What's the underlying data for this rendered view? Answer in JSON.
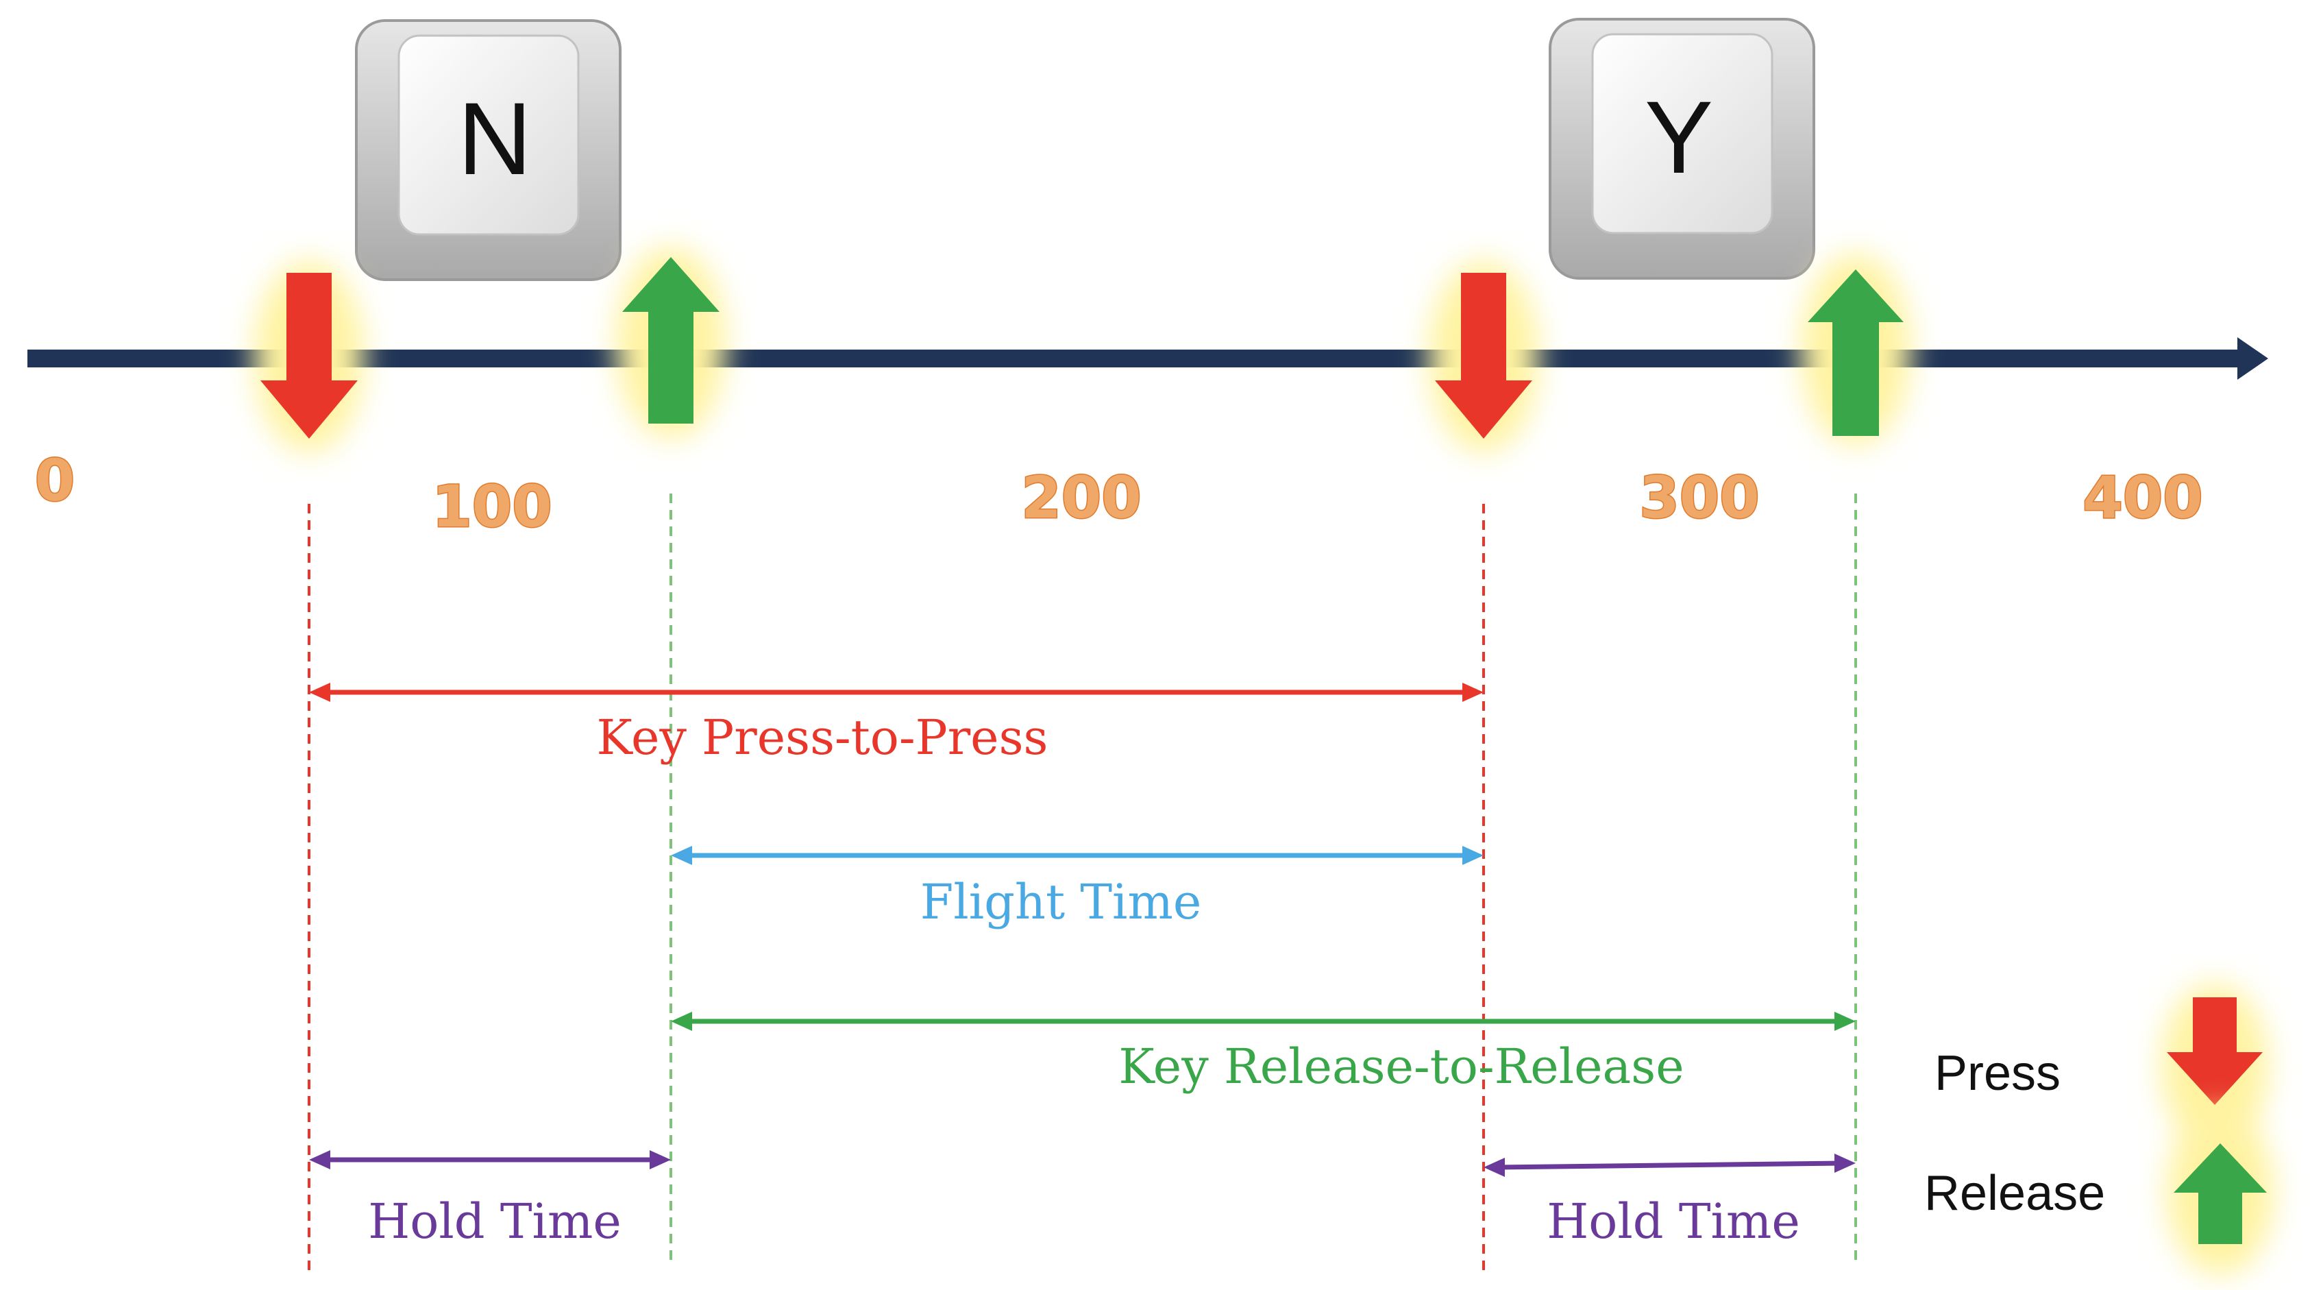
{
  "timeline": {
    "axis_color": "#1f3457",
    "ticks": [
      {
        "value": 0,
        "label": "0"
      },
      {
        "value": 100,
        "label": "100"
      },
      {
        "value": 200,
        "label": "200"
      },
      {
        "value": 300,
        "label": "300"
      },
      {
        "value": 400,
        "label": "400"
      }
    ]
  },
  "keys": [
    {
      "letter": "N",
      "press_at": 55,
      "release_at": 118
    },
    {
      "letter": "Y",
      "press_at": 253,
      "release_at": 316
    }
  ],
  "intervals": [
    {
      "label": "Key Press-to-Press",
      "from": "N.press",
      "to": "Y.press",
      "color": "#e8362a"
    },
    {
      "label": "Flight Time",
      "from": "N.release",
      "to": "Y.press",
      "color": "#4aa8e2"
    },
    {
      "label": "Key Release-to-Release",
      "from": "N.release",
      "to": "Y.release",
      "color": "#3aa64a"
    },
    {
      "label": "Hold Time",
      "from": "N.press",
      "to": "N.release",
      "color": "#6a3a9a"
    },
    {
      "label": "Hold Time",
      "from": "Y.press",
      "to": "Y.release",
      "color": "#6a3a9a"
    }
  ],
  "legend": {
    "press_label": "Press",
    "release_label": "Release",
    "press_icon": "down-arrow-icon",
    "release_icon": "up-arrow-icon",
    "press_color": "#e8362a",
    "release_color": "#3aa64a",
    "glow_color": "#fff3a0"
  }
}
